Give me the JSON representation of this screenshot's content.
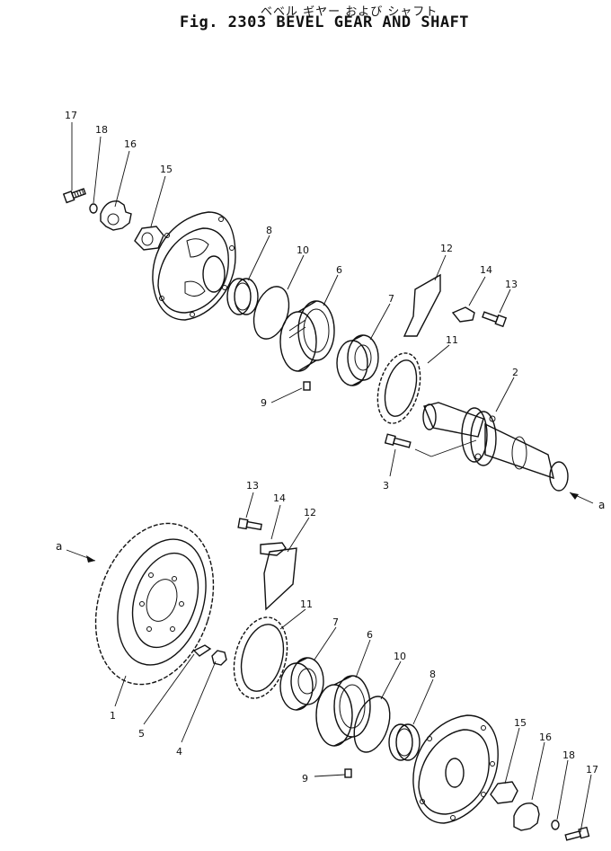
{
  "title": {
    "japanese": "ベベル ギヤー および シャフト",
    "english": "Fig. 2303 BEVEL GEAR AND SHAFT"
  },
  "upper_assembly": {
    "labels": [
      "17",
      "18",
      "16",
      "15",
      "8",
      "10",
      "6",
      "12",
      "14",
      "13",
      "7",
      "11",
      "2",
      "9",
      "3"
    ],
    "direction": "a"
  },
  "lower_assembly": {
    "labels": [
      "13",
      "14",
      "12",
      "11",
      "7",
      "6",
      "10",
      "8",
      "1",
      "5",
      "4",
      "9",
      "15",
      "16",
      "18",
      "17"
    ],
    "direction": "a"
  }
}
